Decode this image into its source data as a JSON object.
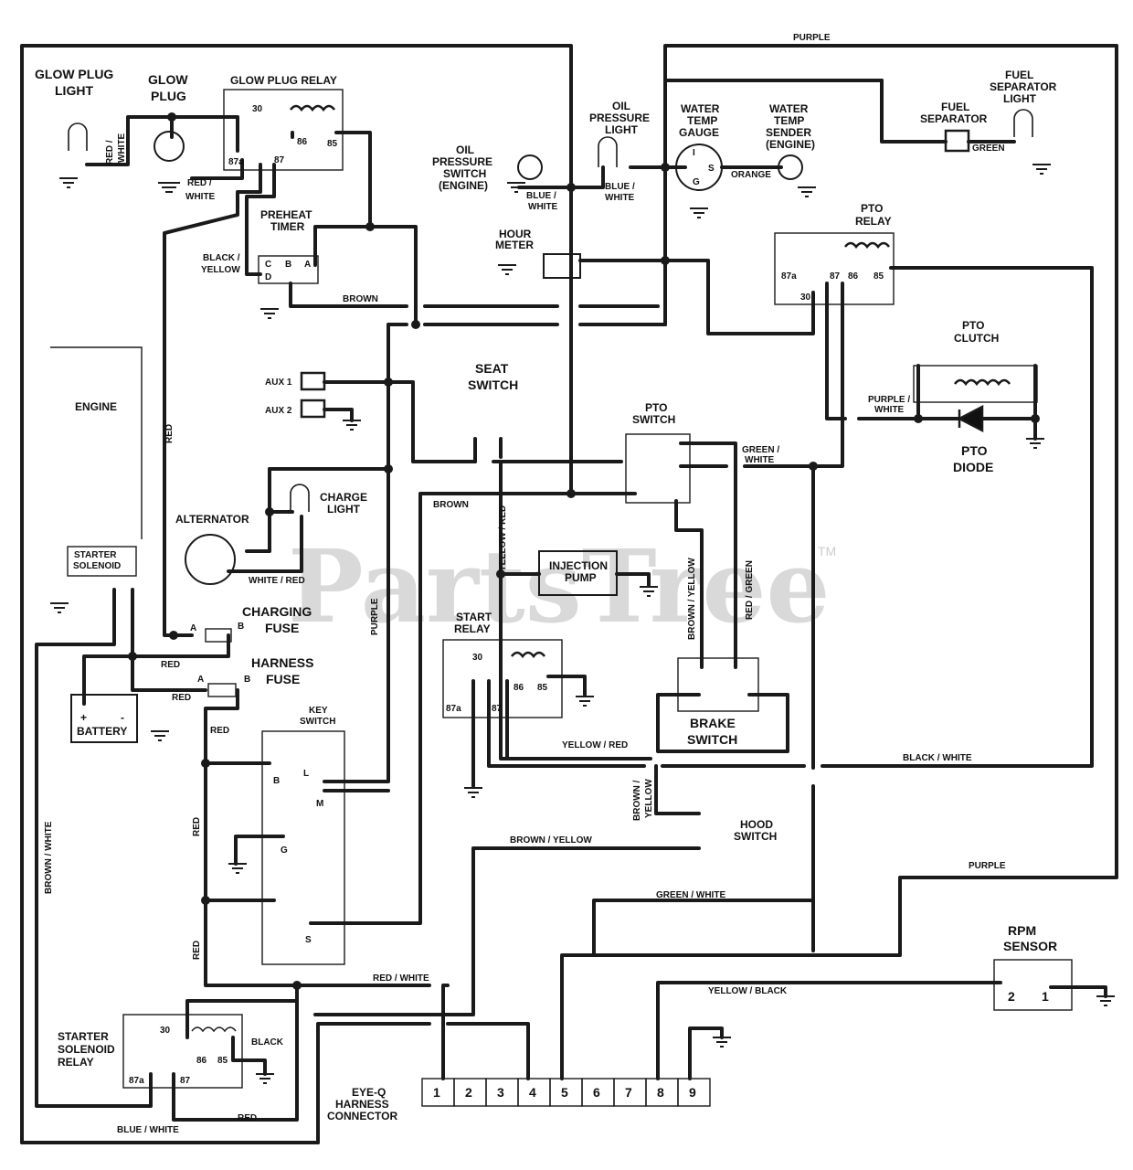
{
  "watermark": {
    "text": "PartsTree",
    "tm": "TM"
  },
  "components": {
    "glow_plug_light": [
      "GLOW PLUG",
      "LIGHT"
    ],
    "glow_plug": [
      "GLOW",
      "PLUG"
    ],
    "glow_plug_relay": "GLOW PLUG RELAY",
    "oil_pressure_switch": [
      "OIL",
      "PRESSURE",
      "SWITCH",
      "(ENGINE)"
    ],
    "oil_pressure_light": [
      "OIL",
      "PRESSURE",
      "LIGHT"
    ],
    "water_temp_gauge": [
      "WATER",
      "TEMP",
      "GAUGE"
    ],
    "water_temp_sender": [
      "WATER",
      "TEMP",
      "SENDER",
      "(ENGINE)"
    ],
    "fuel_separator": [
      "FUEL",
      "SEPARATOR"
    ],
    "fuel_separator_light": [
      "FUEL",
      "SEPARATOR",
      "LIGHT"
    ],
    "preheat_timer": [
      "PREHEAT",
      "TIMER"
    ],
    "hour_meter": [
      "HOUR",
      "METER"
    ],
    "pto_relay": [
      "PTO",
      "RELAY"
    ],
    "pto_clutch": [
      "PTO",
      "CLUTCH"
    ],
    "pto_diode": [
      "PTO",
      "DIODE"
    ],
    "pto_switch": [
      "PTO",
      "SWITCH"
    ],
    "seat_switch": [
      "SEAT",
      "SWITCH"
    ],
    "engine": "ENGINE",
    "starter_solenoid": [
      "STARTER",
      "SOLENOID"
    ],
    "alternator": "ALTERNATOR",
    "charge_light": [
      "CHARGE",
      "LIGHT"
    ],
    "charging_fuse": [
      "CHARGING",
      "FUSE"
    ],
    "harness_fuse": [
      "HARNESS",
      "FUSE"
    ],
    "battery": "BATTERY",
    "key_switch": [
      "KEY",
      "SWITCH"
    ],
    "injection_pump": [
      "INJECTION",
      "PUMP"
    ],
    "start_relay": [
      "START",
      "RELAY"
    ],
    "brake_switch": [
      "BRAKE",
      "SWITCH"
    ],
    "hood_switch": [
      "HOOD",
      "SWITCH"
    ],
    "rpm_sensor": [
      "RPM",
      "SENSOR"
    ],
    "starter_solenoid_relay": [
      "STARTER",
      "SOLENOID",
      "RELAY"
    ],
    "eye_q_connector": [
      "EYE-Q",
      "HARNESS",
      "CONNECTOR"
    ],
    "aux1": "AUX 1",
    "aux2": "AUX 2"
  },
  "wire_labels": {
    "purple_top": "PURPLE",
    "red_white_1": [
      "RED /",
      "WHITE"
    ],
    "red_white_2": [
      "RED /",
      "WHITE"
    ],
    "black_yellow": [
      "BLACK /",
      "YELLOW"
    ],
    "blue_white_1": [
      "BLUE /",
      "WHITE"
    ],
    "blue_white_2": [
      "BLUE /",
      "WHITE"
    ],
    "orange": "ORANGE",
    "green": "GREEN",
    "brown_1": "BROWN",
    "brown_2": "BROWN",
    "red_v": "RED",
    "purple_white": [
      "PURPLE /",
      "WHITE"
    ],
    "green_white_1": [
      "GREEN /",
      "WHITE"
    ],
    "white_red": "WHITE / RED",
    "purple_v": "PURPLE",
    "yellow_red_v": "YELLOW / RED",
    "yellow_red_h": "YELLOW / RED",
    "brown_yellow_v": "BROWN / YELLOW",
    "red_green_v": "RED / GREEN",
    "red_1": "RED",
    "red_2": "RED",
    "red_3": "RED",
    "red_v2": "RED",
    "red_v3": "RED",
    "black_white": "BLACK / WHITE",
    "brown_yellow_2": [
      "BROWN /",
      "YELLOW"
    ],
    "brown_yellow_3": "BROWN / YELLOW",
    "purple_2": "PURPLE",
    "green_white_2": "GREEN / WHITE",
    "yellow_black": "YELLOW / BLACK",
    "red_white_3": "RED / WHITE",
    "brown_white_v": "BROWN / WHITE",
    "blue_white_3": "BLUE / WHITE",
    "red_4": "RED",
    "black": "BLACK"
  },
  "terminals": {
    "relay_pins": [
      "30",
      "85",
      "86",
      "87",
      "87a"
    ],
    "timer_pins": [
      "C",
      "B",
      "A",
      "D"
    ],
    "fuse_pins": [
      "A",
      "B"
    ],
    "battery_pins": [
      "+",
      "-"
    ],
    "key_pins": [
      "B",
      "L",
      "M",
      "G",
      "S"
    ],
    "gauge_pins": [
      "I",
      "S",
      "G"
    ],
    "connector_pins": [
      "1",
      "2",
      "3",
      "4",
      "5",
      "6",
      "7",
      "8",
      "9"
    ],
    "rpm_pins": [
      "2",
      "1"
    ]
  }
}
